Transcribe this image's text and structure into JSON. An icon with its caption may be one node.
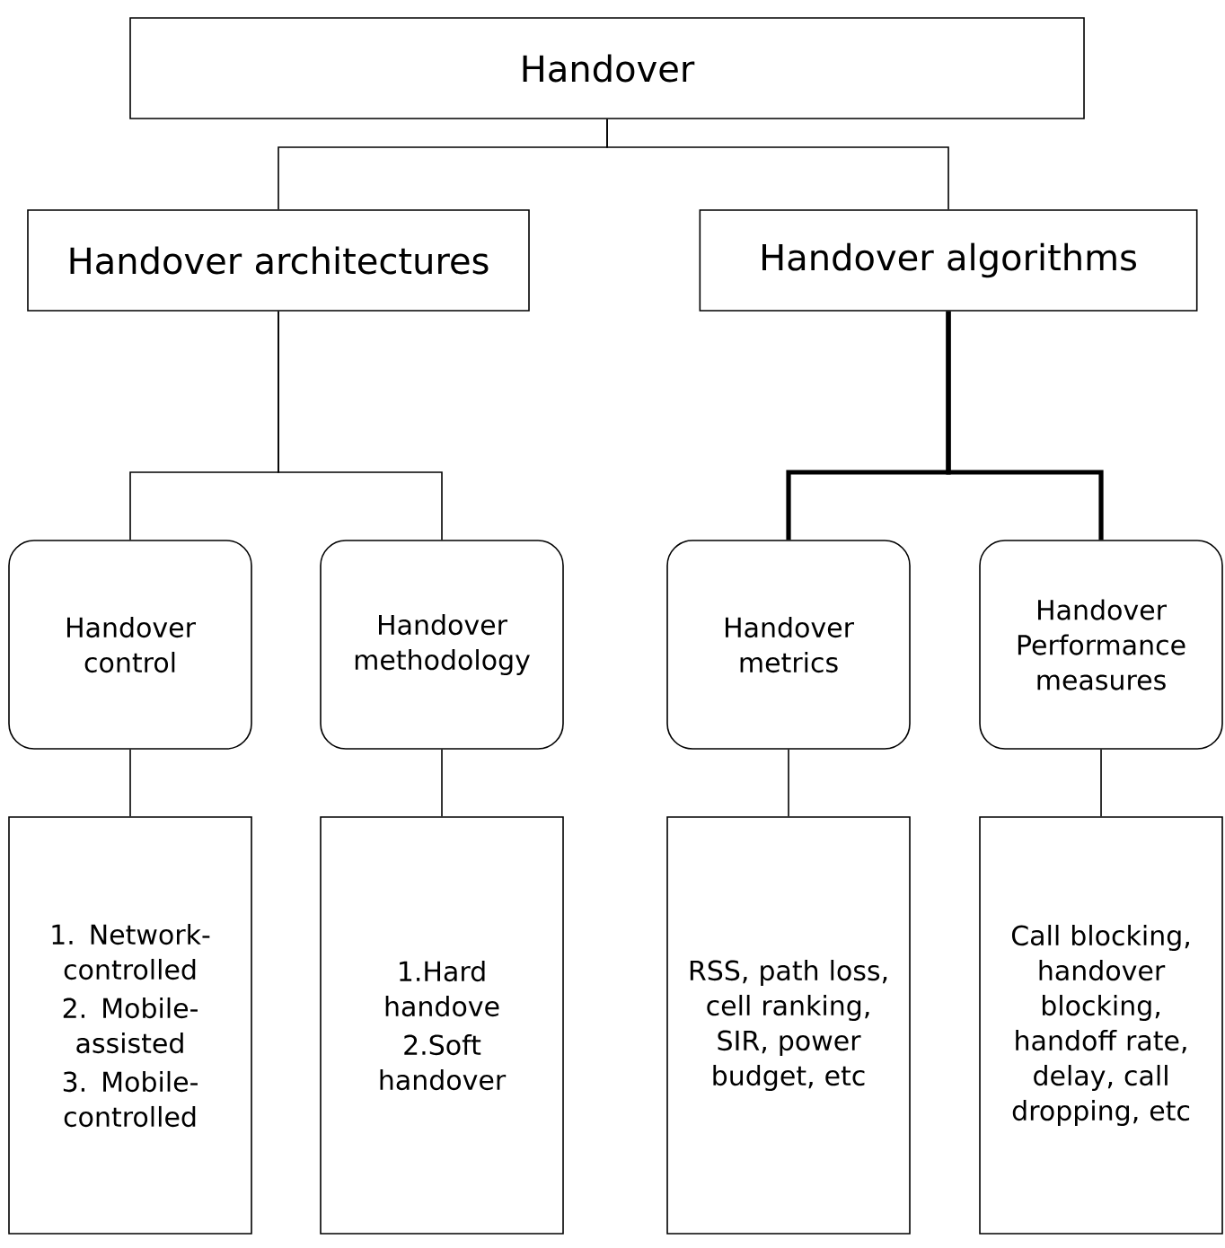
{
  "diagram": {
    "nodes": [
      {
        "text": [
          "Handover"
        ]
      },
      {
        "text": [
          "Handover architectures"
        ]
      },
      {
        "text": [
          "Handover algorithms"
        ]
      },
      {
        "text": [
          "Handover control"
        ]
      },
      {
        "text": [
          "Handover methodology"
        ]
      },
      {
        "text": [
          "Handover metrics"
        ]
      },
      {
        "text": [
          "Handover Performance measures"
        ]
      },
      {
        "text": [
          "1. Network-controlled",
          "2. Mobile-assisted",
          "3. Mobile-controlled"
        ]
      },
      {
        "text": [
          "1.Hard handove",
          "2.Soft handover"
        ]
      },
      {
        "text": [
          "RSS, path loss, cell ranking, SIR, power budget, etc"
        ]
      },
      {
        "text": [
          "Call blocking, handover blocking, handoff rate, delay, call dropping, etc"
        ]
      }
    ],
    "edges": [
      {
        "from": 0,
        "to": 1,
        "arrow": "none"
      },
      {
        "from": 0,
        "to": 2,
        "arrow": "none"
      },
      {
        "from": 1,
        "to": 3,
        "arrow": "none"
      },
      {
        "from": 1,
        "to": 4,
        "arrow": "none"
      },
      {
        "from": 2,
        "to": 5,
        "arrow": "none",
        "style": "thick"
      },
      {
        "from": 2,
        "to": 6,
        "arrow": "none",
        "style": "thick"
      },
      {
        "from": 3,
        "to": 7,
        "arrow": "none"
      },
      {
        "from": 4,
        "to": 8,
        "arrow": "none"
      },
      {
        "from": 5,
        "to": 9,
        "arrow": "none"
      },
      {
        "from": 6,
        "to": 10,
        "arrow": "none"
      }
    ]
  }
}
